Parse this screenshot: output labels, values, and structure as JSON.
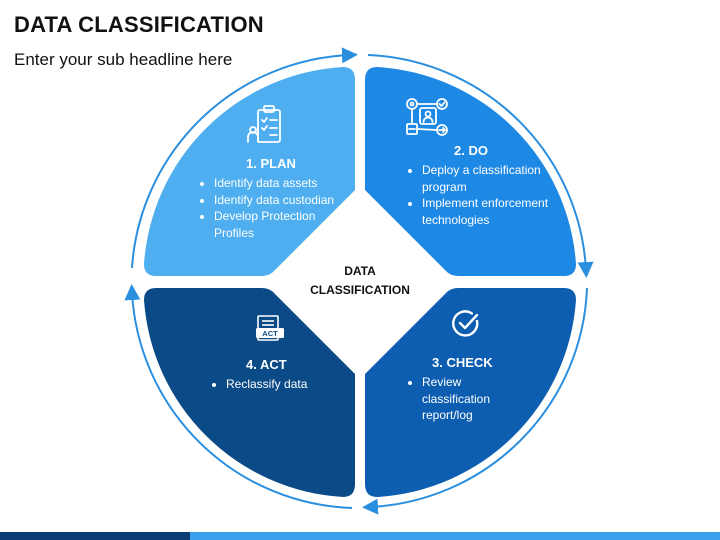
{
  "title": "DATA CLASSIFICATION",
  "subtitle": "Enter your sub headline here",
  "center": {
    "line1": "DATA",
    "line2": "CLASSIFICATION"
  },
  "panels": [
    {
      "heading": "1. PLAN",
      "bullets": [
        "Identify data assets",
        "Identify data custodian",
        "Develop Protection Profiles"
      ],
      "color": "#4EAEF0",
      "icon": "clipboard-checklist-icon"
    },
    {
      "heading": "2. DO",
      "bullets": [
        "Deploy a classification program",
        "Implement enforcement technologies"
      ],
      "color": "#1E88E5",
      "icon": "process-network-icon"
    },
    {
      "heading": "3. CHECK",
      "bullets": [
        "Review classification report/log"
      ],
      "color": "#0D5DB0",
      "icon": "check-circle-icon"
    },
    {
      "heading": "4. ACT",
      "bullets": [
        "Reclassify data"
      ],
      "color": "#0A4A86",
      "icon": "act-document-icon"
    }
  ],
  "colors": {
    "ring": "#2B8FE0",
    "bar_dark": "#0A3E74",
    "bar_light": "#3AA0EE"
  },
  "act_icon_text": "ACT"
}
